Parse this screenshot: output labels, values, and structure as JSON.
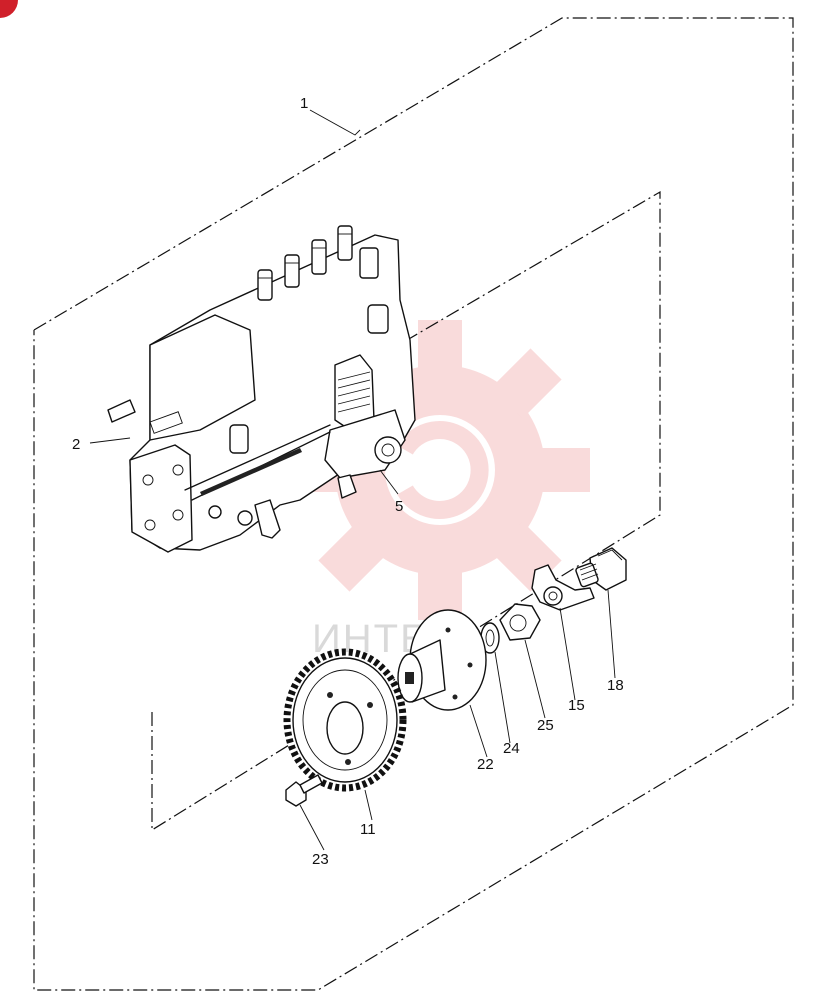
{
  "watermark": {
    "text": "ИНТЕХ",
    "color": "#f3b0b0"
  },
  "corner_badge_color": "#d0202a",
  "callouts": {
    "c1": "1",
    "c2": "2",
    "c5": "5",
    "c11": "11",
    "c15": "15",
    "c18": "18",
    "c22": "22",
    "c23": "23",
    "c24": "24",
    "c25": "25"
  }
}
